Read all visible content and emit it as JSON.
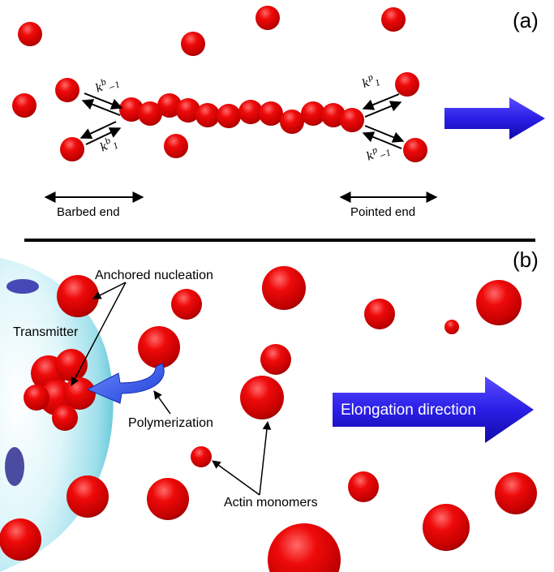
{
  "panel_a": {
    "tag": "(a)",
    "barbed_end_label": "Barbed end",
    "pointed_end_label": "Pointed end",
    "rates": {
      "barbed_off": {
        "base": "k",
        "sup": "b",
        "sub": "−1"
      },
      "barbed_on": {
        "base": "k",
        "sup": "b",
        "sub": "1"
      },
      "pointed_on": {
        "base": "k",
        "sup": "p",
        "sub": "1"
      },
      "pointed_off": {
        "base": "k",
        "sup": "p",
        "sub": "−1"
      }
    }
  },
  "panel_b": {
    "tag": "(b)",
    "anchored_nucleation": "Anchored nucleation",
    "transmitter": "Transmitter",
    "polymerization": "Polymerization",
    "actin_monomers": "Actin monomers",
    "elongation_direction": "Elongation direction"
  },
  "colors": {
    "monomer": "#e10000",
    "arrow_blue": "#2b1fe0",
    "transmitter_cyan": "#9fe3ef"
  }
}
